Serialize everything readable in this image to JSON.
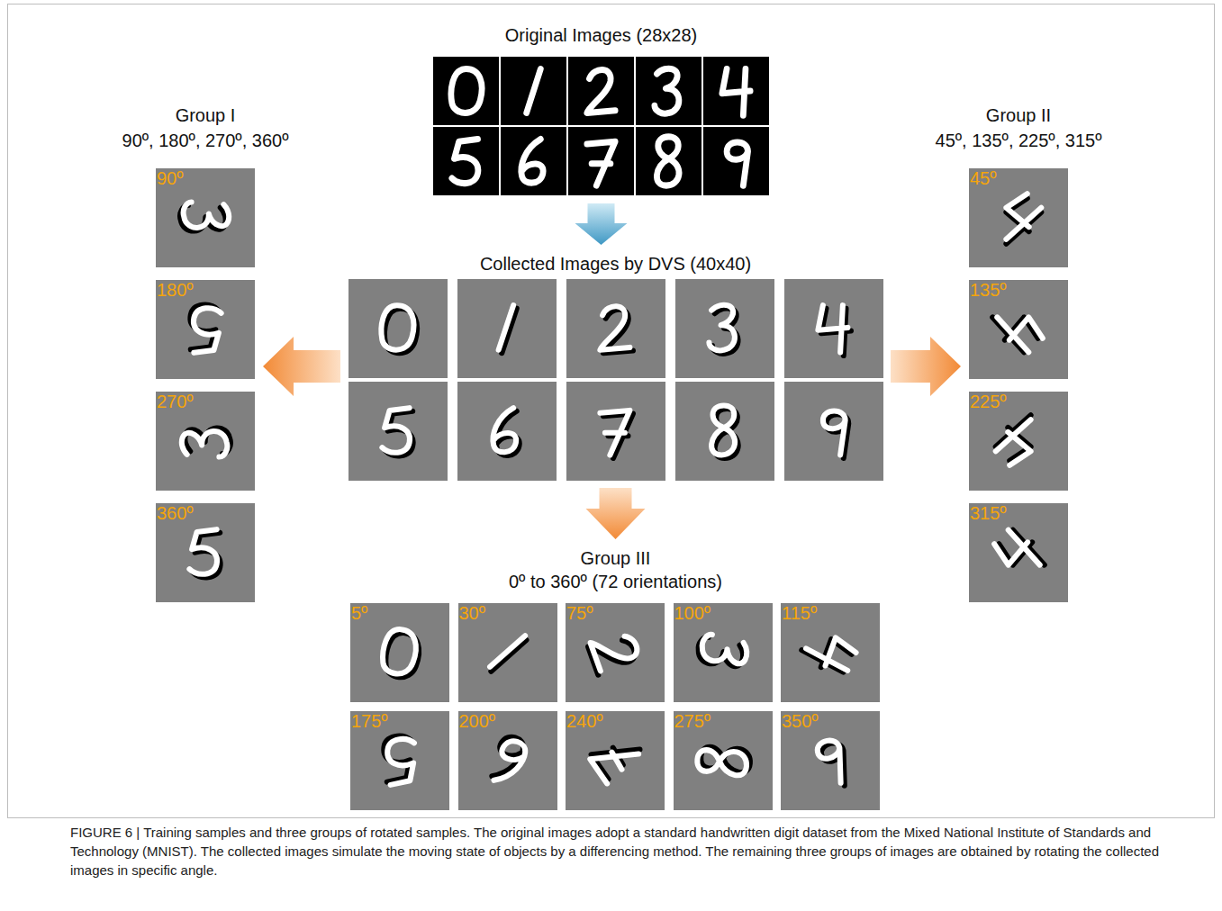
{
  "diagram": {
    "caption": "FIGURE 6 | Training samples and three groups of rotated samples. The original images adopt a standard handwritten digit dataset from the Mixed National Institute of Standards and Technology (MNIST). The collected images simulate the moving state of objects by a differencing method. The remaining three groups of images are obtained by rotating the collected images in specific angle.",
    "nodes": [
      {
        "text": [
          "Original Images (28x28)"
        ]
      },
      {
        "text": [
          "Group I",
          "90º, 180º, 270º, 360º"
        ]
      },
      {
        "text": [
          "90º"
        ],
        "in": 1
      },
      {
        "text": [
          "180º"
        ],
        "in": 1
      },
      {
        "text": [
          "270º"
        ],
        "in": 1
      },
      {
        "text": [
          "360º"
        ],
        "in": 1
      },
      {
        "text": [
          "Collected Images by DVS (40x40)"
        ]
      },
      {
        "text": [
          "Group II",
          "45º, 135º, 225º, 315º"
        ]
      },
      {
        "text": [
          "45º"
        ],
        "in": 7
      },
      {
        "text": [
          "135º"
        ],
        "in": 7
      },
      {
        "text": [
          "225º"
        ],
        "in": 7
      },
      {
        "text": [
          "315º"
        ],
        "in": 7
      },
      {
        "text": [
          "Group III",
          "0º to 360º (72 orientations)"
        ]
      },
      {
        "text": [
          "5º"
        ],
        "in": 12
      },
      {
        "text": [
          "30º"
        ],
        "in": 12
      },
      {
        "text": [
          "75º"
        ],
        "in": 12
      },
      {
        "text": [
          "100º"
        ],
        "in": 12
      },
      {
        "text": [
          "115º"
        ],
        "in": 12
      },
      {
        "text": [
          "175º"
        ],
        "in": 12
      },
      {
        "text": [
          "200º"
        ],
        "in": 12
      },
      {
        "text": [
          "240º"
        ],
        "in": 12
      },
      {
        "text": [
          "275º"
        ],
        "in": 12
      },
      {
        "text": [
          "350º"
        ],
        "in": 12
      }
    ],
    "edges": [
      {
        "from": 0,
        "to": 6,
        "arrow": "to"
      },
      {
        "from": 6,
        "to": 1,
        "arrow": "to"
      },
      {
        "from": 6,
        "to": 7,
        "arrow": "to"
      },
      {
        "from": 6,
        "to": 12,
        "arrow": "to"
      }
    ]
  }
}
